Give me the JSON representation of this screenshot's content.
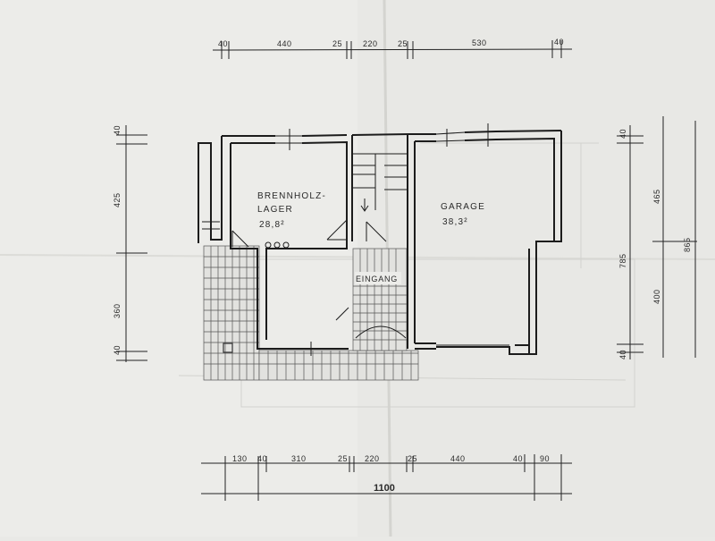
{
  "rooms": {
    "brennholzlager": {
      "name_line1": "BRENNHOLZ-",
      "name_line2": "LAGER",
      "area": "28,8²"
    },
    "garage": {
      "name": "GARAGE",
      "area": "38,3²"
    },
    "eingang": {
      "name": "EINGANG"
    }
  },
  "dimensions": {
    "top": [
      "40",
      "440",
      "25",
      "220",
      "25",
      "530",
      "40"
    ],
    "bottom": [
      "130",
      "40",
      "310",
      "25",
      "220",
      "25",
      "440",
      "40",
      "90"
    ],
    "bottom_total": "1100",
    "left": [
      "40",
      "425",
      "360",
      "40"
    ],
    "right_inner": [
      "40",
      "785",
      "40"
    ],
    "right_middle": [
      "465",
      "400"
    ],
    "right_outer": [
      "865"
    ]
  }
}
